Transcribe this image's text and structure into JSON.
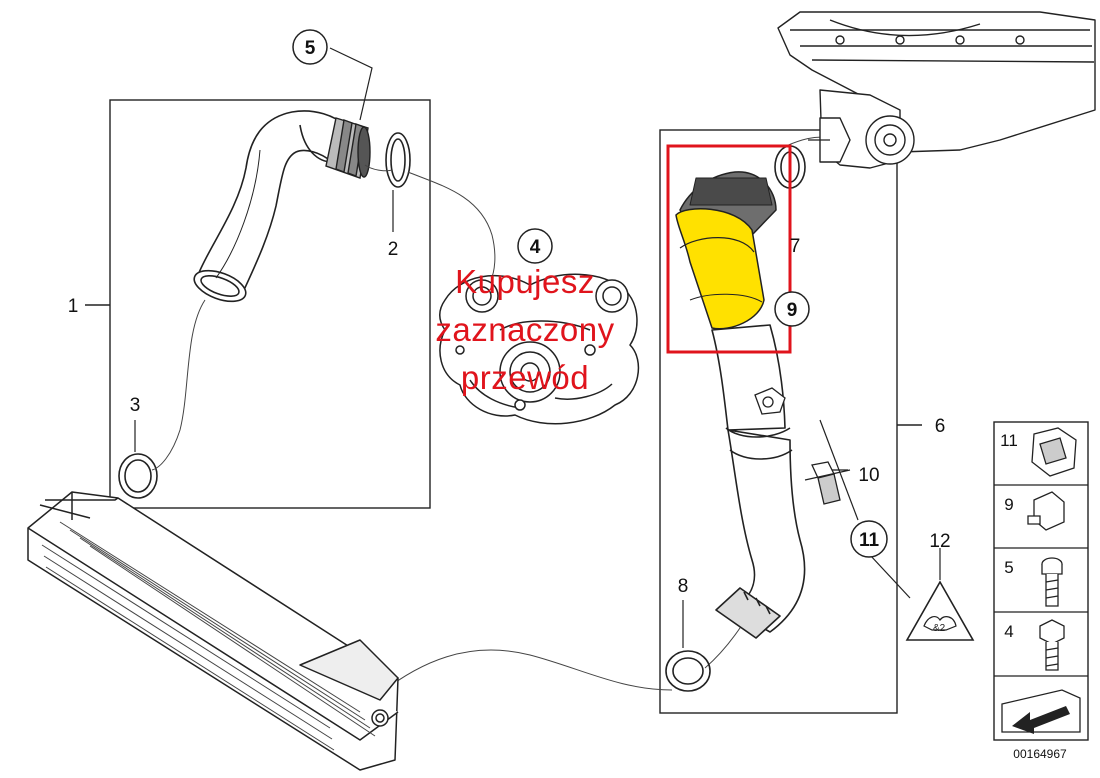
{
  "overlay": {
    "lines": [
      "Kupujesz",
      "zaznaczony",
      "przewód"
    ],
    "color": "#e0141c"
  },
  "highlight": {
    "box_color": "#e0141c",
    "part_color": "#ffe100"
  },
  "callouts": {
    "c1": "1",
    "c2": "2",
    "c3": "3",
    "c4": "4",
    "c5": "5",
    "c6": "6",
    "c7": "7",
    "c8": "8",
    "c9": "9",
    "c10": "10",
    "c11": "11",
    "c12": "12"
  },
  "legend": {
    "items": [
      "11",
      "9",
      "5",
      "4"
    ]
  },
  "doc_number": "00164967"
}
